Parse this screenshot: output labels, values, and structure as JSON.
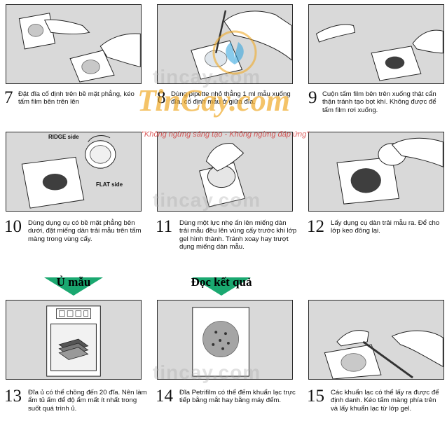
{
  "steps": [
    {
      "num": "7",
      "text": "Đặt đĩa cố định trên bề mặt phẳng, kéo tấm film bên trên lên"
    },
    {
      "num": "8",
      "text": "Dùng pipette nhỏ thẳng 1 ml mẫu xuống đĩa, cố định mẫu ở giữa đĩa."
    },
    {
      "num": "9",
      "text": "Cuộn tấm film bên trên xuống thật cẩn thận tránh tạo bọt khí. Không được để tấm film rơi xuống."
    },
    {
      "num": "10",
      "text": "Dùng dụng cụ có bề mặt phẳng bên dưới, đặt miếng dàn trải mẫu trên tấm màng trong vùng cấy."
    },
    {
      "num": "11",
      "text": "Dùng một lực nhẹ ấn lên miếng dàn trải mẫu đều lên vùng cấy trước khi lớp gel hình thành. Tránh xoay hay trượt dụng miếng dàn mẫu."
    },
    {
      "num": "12",
      "text": "Lấy dụng cụ dàn trải mẫu ra. Để cho lớp keo đông lại."
    },
    {
      "num": "13",
      "text": "Đĩa ủ có thể chồng đến 20 đĩa. Nên làm ẩm tủ ấm để độ ẩm mất ít nhất trong suốt quá trình ủ."
    },
    {
      "num": "14",
      "text": "Đĩa Petrifilm có thể đếm khuẩn lạc trực tiếp bằng mắt hay bằng máy đếm."
    },
    {
      "num": "15",
      "text": "Các khuẩn lạc có thể lấy ra được để định danh. Kéo tấm màng phía trên và lấy khuẩn lạc từ lớp gel."
    }
  ],
  "banners": {
    "incubate": "Ủ mẫu",
    "read": "Đọc kết quả"
  },
  "labels": {
    "ridge": "RIDGE side",
    "flat": "FLAT side"
  },
  "watermark": {
    "site": "tincay.com",
    "logo": "TinCay.com",
    "slogan": "\"Không ngừng sáng tạo - Không ngừng đáp ứng\""
  },
  "colors": {
    "banner": "#1aa870",
    "panel_bg": "#d9d9d9",
    "slogan": "#d22828",
    "logo": "#f0aa28"
  }
}
